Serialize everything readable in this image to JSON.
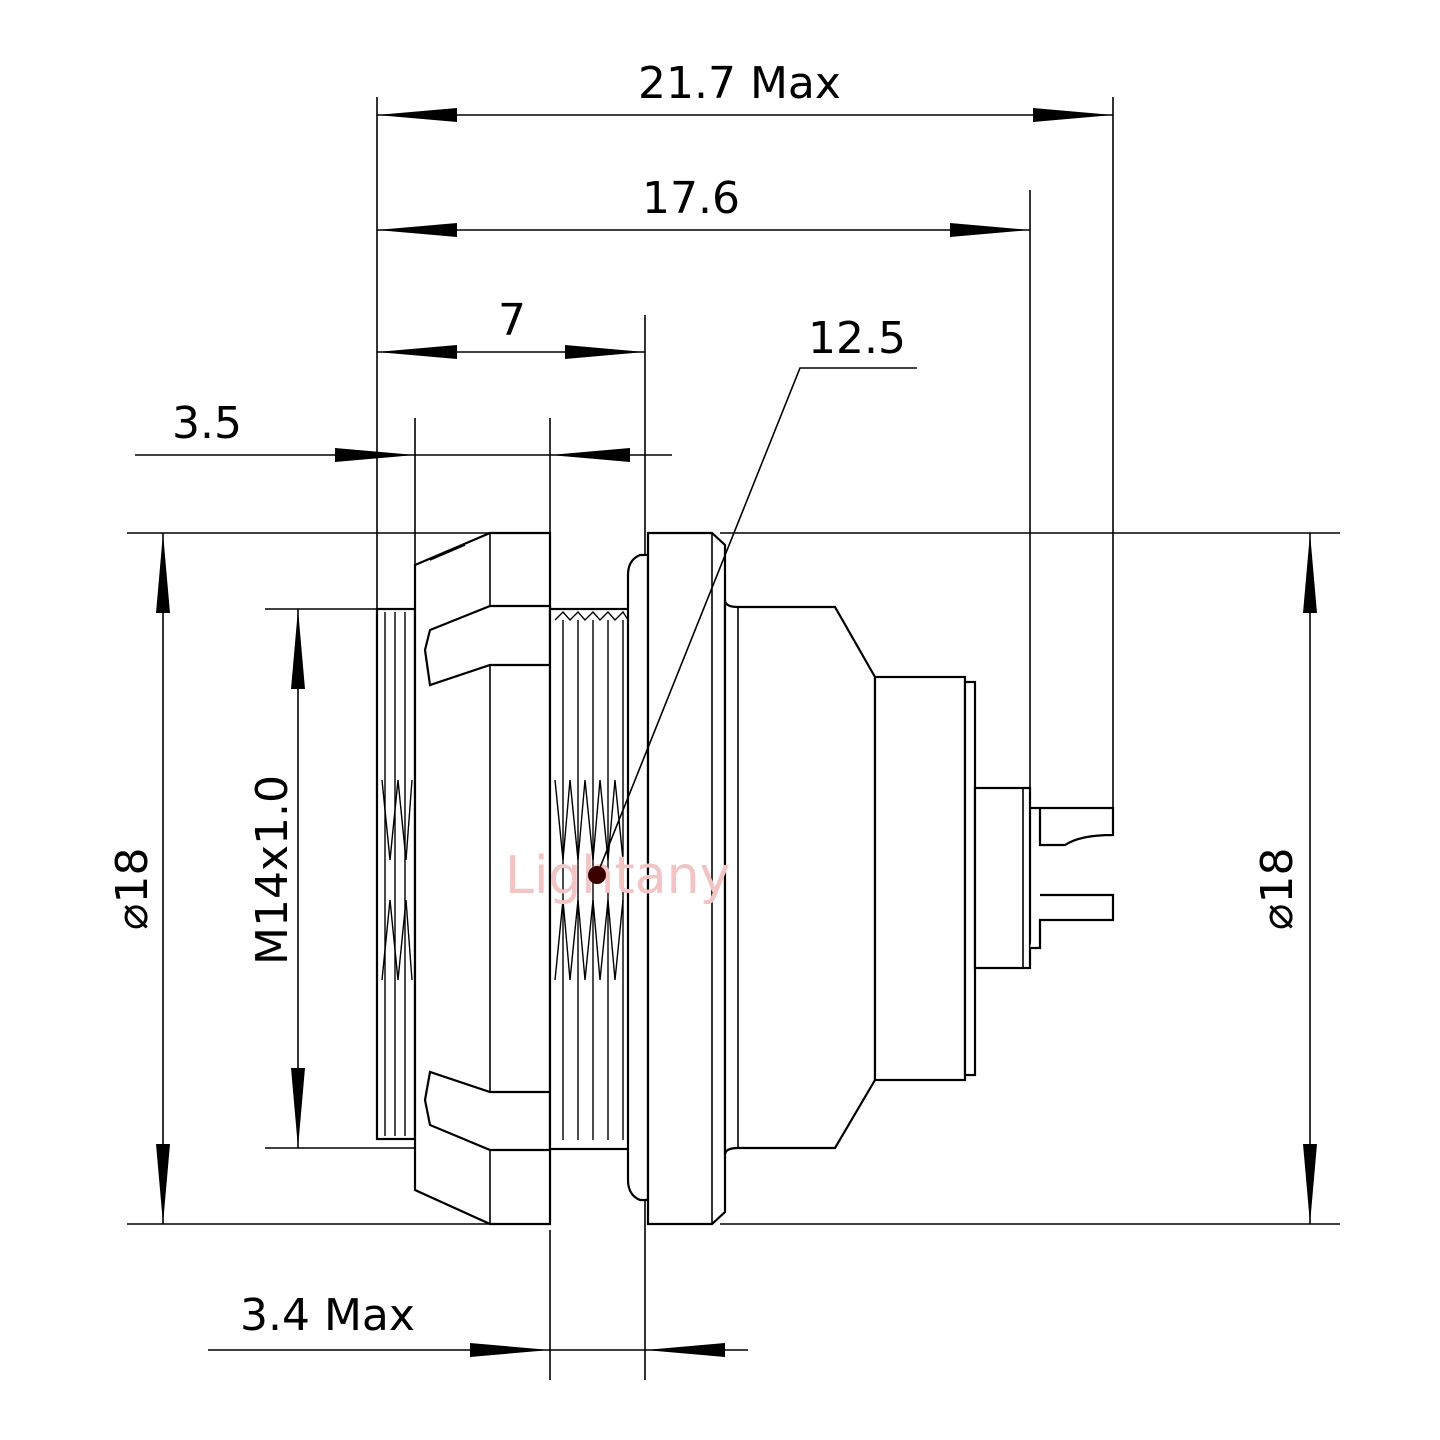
{
  "dimensions": {
    "overall_length": "21.7 Max",
    "body_length": "17.6",
    "front_length": "7",
    "leader_dim": "12.5",
    "thread_length": "3.5",
    "left_diameter": "⌀18",
    "thread_spec": "M14x1.0",
    "right_diameter": "⌀18",
    "panel_thickness": "3.4 Max"
  },
  "watermark": "Lightany",
  "colors": {
    "line": "#000000",
    "watermark": "#f7d9d9",
    "leader_dot": "#3a0000"
  }
}
